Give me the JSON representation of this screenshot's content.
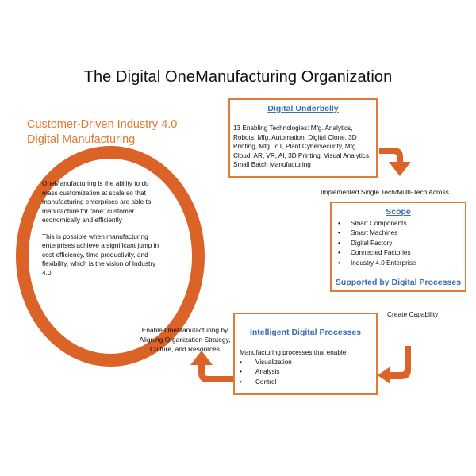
{
  "title": "The Digital OneManufacturing Organization",
  "left_heading": {
    "line1": "Customer-Driven Industry 4.0",
    "line2": "Digital Manufacturing"
  },
  "circle_text": {
    "p1": "OneManufacturing is the ability to do mass customization at scale so that manufacturing enterprises are able to manufacture for “one” customer economically and efficiently",
    "p2": "This is possible when manufacturing enterprises achieve a significant jump in cost efficiency, time productivity, and flexibility, which is the vision of Industry 4.0"
  },
  "box_underbelly": {
    "title": "Digital Underbelly",
    "body": "13 Enabling Technologies: Mfg. Analytics, Robots, Mfg. Automation, Digital Clone, 3D Printing, Mfg. IoT, Plant Cybersecurity, Mfg. Cloud, AR, VR, AI, 3D Printing, Visual Analytics, Small Batch Manufacturing"
  },
  "note_implemented": "Implemented Single Tech/Multi-Tech Across",
  "box_scope": {
    "title": "Scope",
    "items": [
      "Smart Components",
      "Smart Machines",
      "Digital Factory",
      "Connected Factories",
      "Industry 4.0 Enterprise"
    ],
    "footer": "Supported by Digital Processes"
  },
  "note_capability": "Create Capability",
  "box_processes": {
    "title": "Intelligent Digital Processes",
    "intro": "Manufacturing processes that enable",
    "items": [
      "Visualization",
      "Analysis",
      "Control"
    ]
  },
  "note_enable": "Enable OneManufacturing by Aligning Organization Strategy, Culture, and Resources",
  "colors": {
    "accent": "#dc6328",
    "box_border": "#e17a34",
    "link_blue": "#3a6fb0",
    "heading_orange": "#e07a33"
  }
}
